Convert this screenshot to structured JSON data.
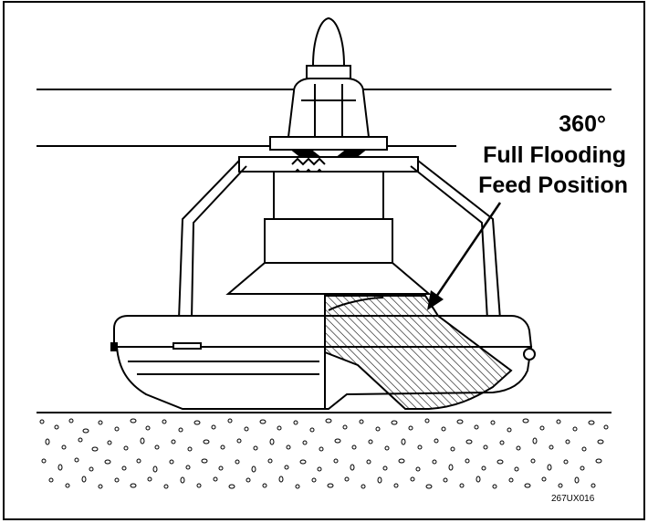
{
  "callout": {
    "line1": "360°",
    "line2": "Full Flooding",
    "line3": "Feed Position"
  },
  "figure_code": "267UX016",
  "colors": {
    "ink": "#000000",
    "paper": "#ffffff"
  }
}
